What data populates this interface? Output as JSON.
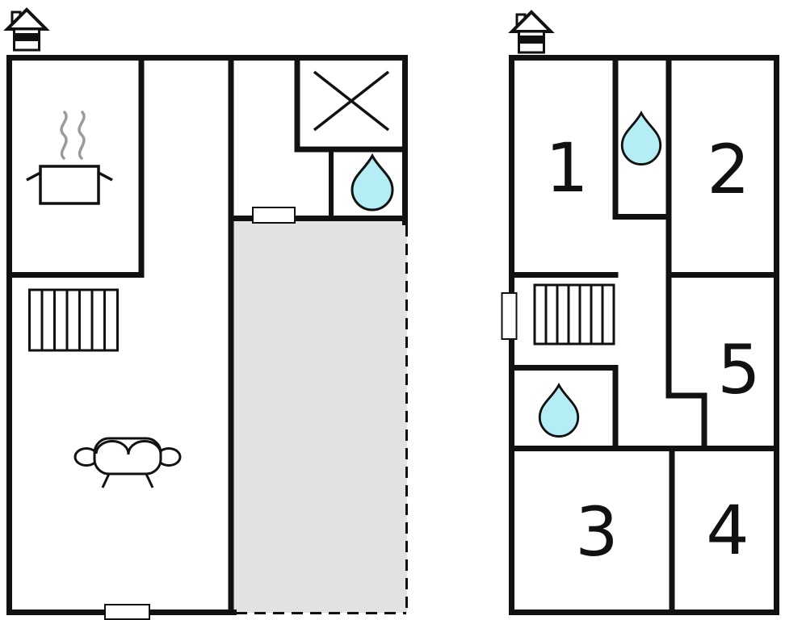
{
  "colors": {
    "wall": "#111111",
    "water_fill": "#b5edf4",
    "terrace_fill": "#e2e2e2",
    "steam": "#9b9b9b",
    "door_fill": "#ffffff",
    "background": "#ffffff"
  },
  "ground_floor": {
    "icons": {
      "entrance": "house-symbol",
      "stove": "cooking-pot-with-steam",
      "stairs": "staircase",
      "sofa": "sofa",
      "window": "crossed-box-window",
      "water": "water-drop",
      "terrace": "shaded-terrace-dashed-outline"
    }
  },
  "upper_floor": {
    "icons": {
      "entrance": "house-symbol",
      "stairs": "staircase",
      "water_top": "water-drop",
      "water_middle": "water-drop"
    },
    "rooms": [
      {
        "label": "1"
      },
      {
        "label": "2"
      },
      {
        "label": "3"
      },
      {
        "label": "4"
      },
      {
        "label": "5"
      }
    ]
  }
}
